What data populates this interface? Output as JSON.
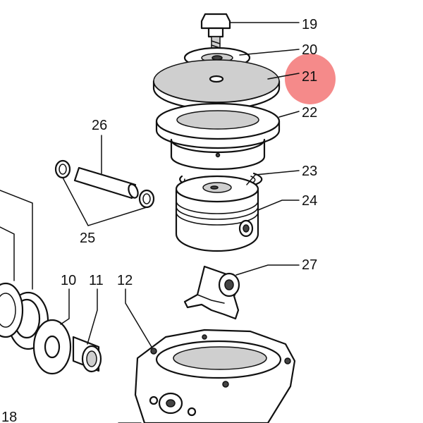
{
  "highlight_color": "#f26d6d",
  "highlighted_callout": "21",
  "callouts": [
    {
      "id": "c19",
      "label": "19"
    },
    {
      "id": "c20",
      "label": "20"
    },
    {
      "id": "c21",
      "label": "21"
    },
    {
      "id": "c22",
      "label": "22"
    },
    {
      "id": "c23",
      "label": "23"
    },
    {
      "id": "c24",
      "label": "24"
    },
    {
      "id": "c25",
      "label": "25"
    },
    {
      "id": "c26",
      "label": "26"
    },
    {
      "id": "c27",
      "label": "27"
    },
    {
      "id": "c10",
      "label": "10"
    },
    {
      "id": "c11",
      "label": "11"
    },
    {
      "id": "c12",
      "label": "12"
    },
    {
      "id": "c18",
      "label": "18"
    }
  ]
}
